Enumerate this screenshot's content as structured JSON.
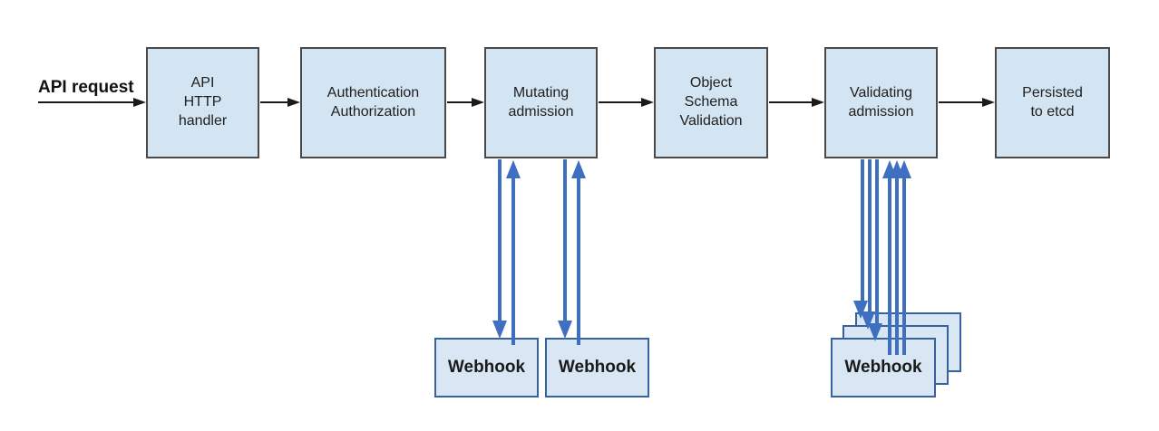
{
  "input_label": "API request",
  "colors": {
    "main_box_fill": "#d3e4f2",
    "main_box_border": "#4a4a4a",
    "webhook_fill": "#d9e7f5",
    "webhook_border": "#38629c",
    "arrow_blue": "#3f6fc1",
    "arrow_black": "#1a1a1a"
  },
  "pipeline": [
    {
      "label": "API\nHTTP\nhandler"
    },
    {
      "label": "Authentication\nAuthorization"
    },
    {
      "label": "Mutating\nadmission"
    },
    {
      "label": "Object\nSchema\nValidation"
    },
    {
      "label": "Validating\nadmission"
    },
    {
      "label": "Persisted\nto etcd"
    }
  ],
  "mutating_webhooks": [
    {
      "label": "Webhook"
    },
    {
      "label": "Webhook"
    }
  ],
  "validating_webhooks": [
    {
      "label": "Webhook"
    },
    {
      "label": "Webhook"
    },
    {
      "label": "Webhook"
    }
  ]
}
